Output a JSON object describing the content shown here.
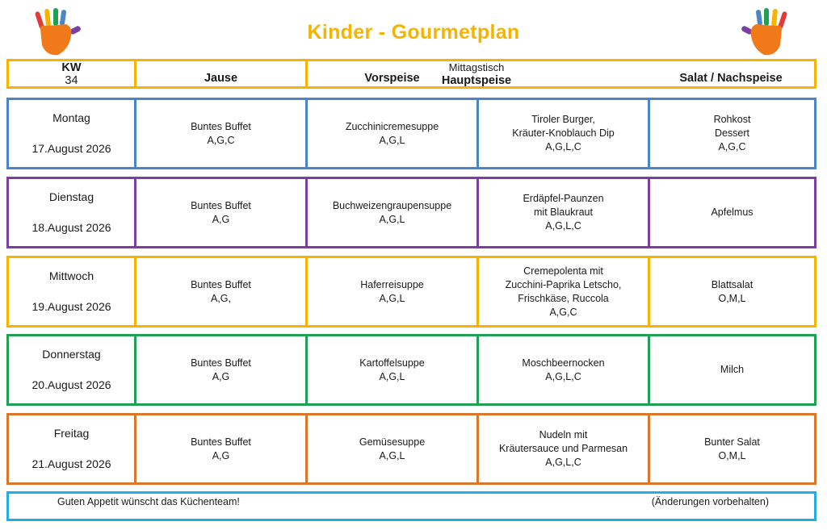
{
  "title": "Kinder - Gourmetplan",
  "header": {
    "kw_label": "KW",
    "kw_number": "34",
    "jause": "Jause",
    "vorspeise": "Vorspeise",
    "mittagstisch": "Mittagstisch",
    "hauptspeise": "Hauptspeise",
    "salat_nachspeise": "Salat / Nachspeise"
  },
  "days": [
    {
      "name": "Montag",
      "date": "17.August 2026",
      "color": "#4a86c5",
      "jause": [
        "Buntes Buffet",
        "A,G,C"
      ],
      "vorspeise": [
        "Zucchinicremesuppe",
        "A,G,L"
      ],
      "hauptspeise": [
        "Tiroler Burger,",
        "Kräuter-Knoblauch Dip",
        "A,G,L,C"
      ],
      "nachspeise": [
        "Rohkost",
        "Dessert",
        "A,G,C"
      ]
    },
    {
      "name": "Dienstag",
      "date": "18.August 2026",
      "color": "#7a3fa0",
      "jause": [
        "Buntes Buffet",
        "A,G"
      ],
      "vorspeise": [
        "Buchweizengraupensuppe",
        "A,G,L"
      ],
      "hauptspeise": [
        "Erdäpfel-Paunzen",
        "mit Blaukraut",
        "A,G,L,C"
      ],
      "nachspeise": [
        "Apfelmus"
      ]
    },
    {
      "name": "Mittwoch",
      "date": "19.August 2026",
      "color": "#f5b400",
      "jause": [
        "Buntes Buffet",
        "A,G,"
      ],
      "vorspeise": [
        "Haferreisuppe",
        "A,G,L"
      ],
      "hauptspeise": [
        "Cremepolenta mit",
        "Zucchini-Paprika Letscho,",
        "Frischkäse, Ruccola",
        "A,G,C"
      ],
      "nachspeise": [
        "Blattsalat",
        "O,M,L"
      ]
    },
    {
      "name": "Donnerstag",
      "date": "20.August 2026",
      "color": "#1fa055",
      "jause": [
        "Buntes Buffet",
        "A,G"
      ],
      "vorspeise": [
        "Kartoffelsuppe",
        "A,G,L"
      ],
      "hauptspeise": [
        "Moschbeernocken",
        "A,G,L,C"
      ],
      "nachspeise": [
        "Milch"
      ]
    },
    {
      "name": "Freitag",
      "date": "21.August 2026",
      "color": "#d9782a",
      "jause": [
        "Buntes Buffet",
        "A,G"
      ],
      "vorspeise": [
        "Gemüsesuppe",
        "A,G,L"
      ],
      "hauptspeise": [
        "Nudeln mit",
        "Kräutersauce und Parmesan",
        "A,G,L,C"
      ],
      "nachspeise": [
        "Bunter Salat",
        "O,M,L"
      ]
    }
  ],
  "footer": {
    "left": "Guten Appetit wünscht das Küchenteam!",
    "right": "(Änderungen vorbehalten)",
    "color": "#22aee0"
  },
  "colors": {
    "title": "#f5b400",
    "header_border": "#f5b400",
    "hand": "#f07a1a"
  },
  "icons": [
    "hand-print-icon"
  ]
}
